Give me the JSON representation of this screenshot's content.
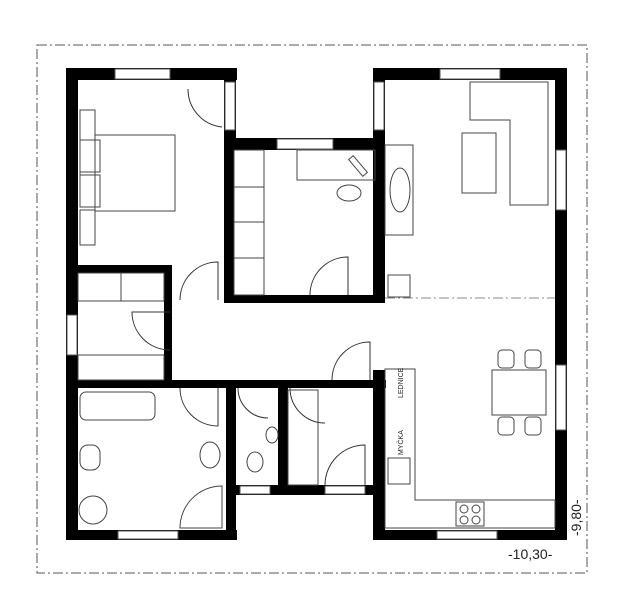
{
  "labels": {
    "fridge": "LEDNICE",
    "dishwasher": "MYČKA"
  },
  "dimensions": {
    "width": "-10,30-",
    "height": "-9,80-"
  }
}
